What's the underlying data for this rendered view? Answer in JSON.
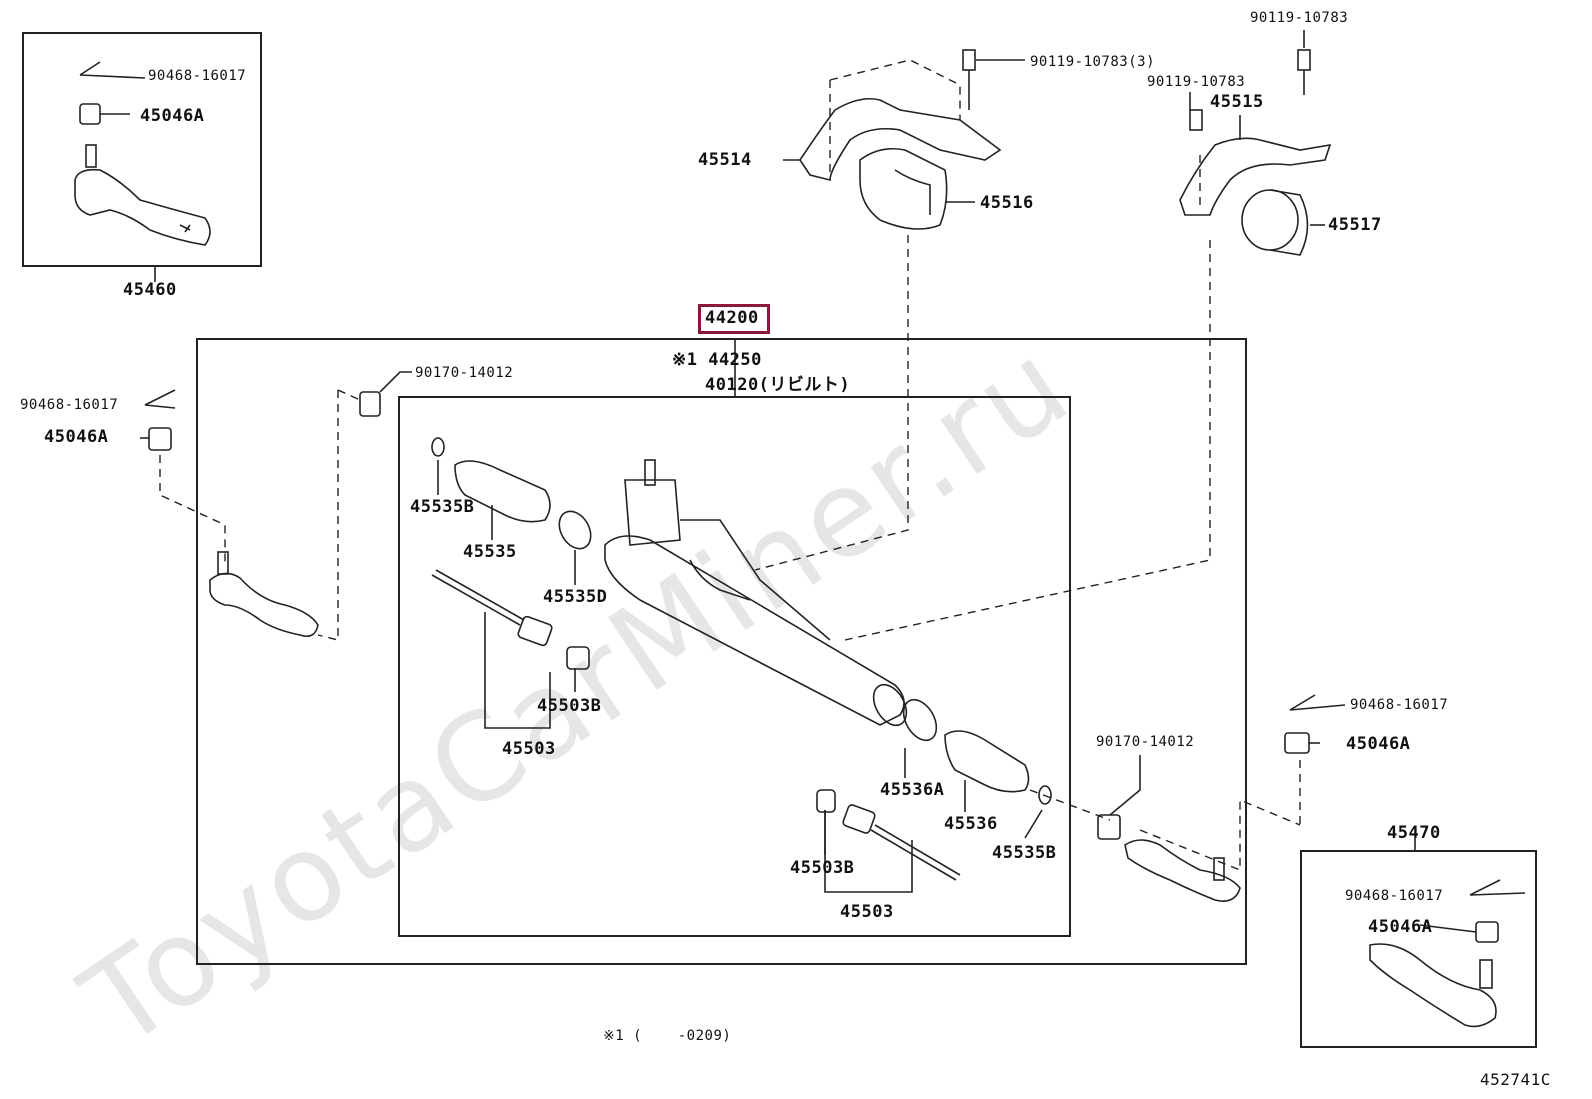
{
  "watermark": "ToyotaCarMiner.ru",
  "diagram_code": "452741C",
  "footnote": "※1 (    -0209)",
  "main_part": "44200",
  "sub_labels": {
    "p44250": "※1 44250",
    "p40120": "40120(リビルト)"
  },
  "left_inset": {
    "title": "45460",
    "cotter": "90468-16017",
    "nut": "45046A"
  },
  "right_inset": {
    "title": "45470",
    "cotter": "90468-16017",
    "nut": "45046A"
  },
  "brackets": {
    "bolt_left": "90119-10783(3)",
    "bolt_mid": "90119-10783",
    "bolt_right": "90119-10783",
    "bracket_left": "45514",
    "bracket_right": "45515",
    "bush_left": "45516",
    "bush_right": "45517"
  },
  "left_side": {
    "cotter": "90468-16017",
    "nut": "45046A",
    "nut2": "90170-14012"
  },
  "right_side": {
    "cotter": "90468-16017",
    "nut": "45046A",
    "nut2": "90170-14012"
  },
  "rack_parts": {
    "clip_left": "45535B",
    "boot_left": "45535",
    "clamp_left": "45535D",
    "washer_left": "45503B",
    "tierod_left": "45503",
    "clamp_right": "45536A",
    "boot_right": "45536",
    "clip_right": "45535B",
    "washer_right": "45503B",
    "tierod_right": "45503"
  }
}
